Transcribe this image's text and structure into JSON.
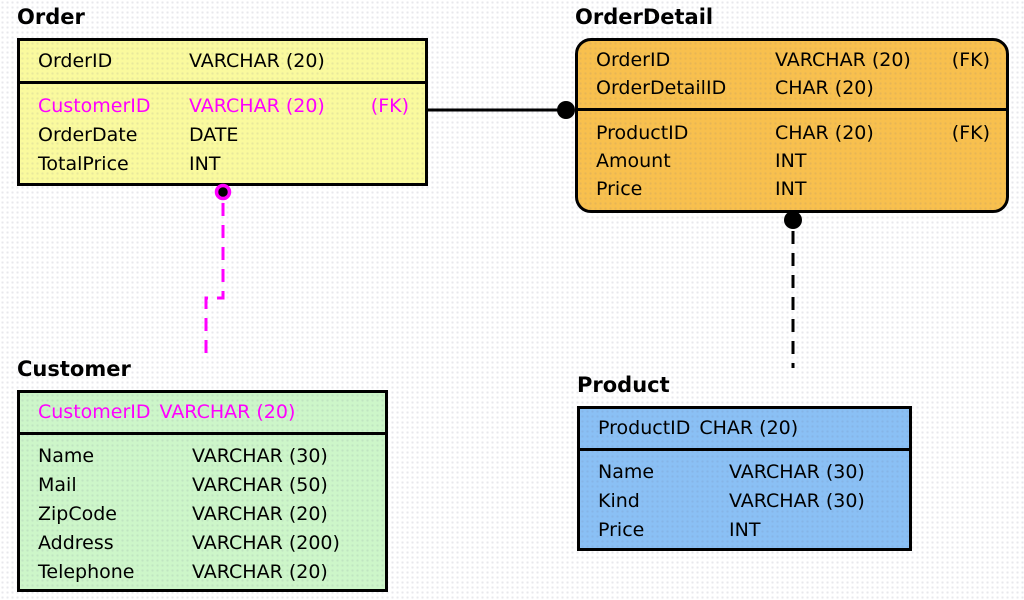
{
  "colors": {
    "order_fill": "#FAFA9E",
    "order_detail_fill": "#F8C04E",
    "customer_fill": "#CDF6C9",
    "product_fill": "#8AC0F5",
    "highlight_text": "#FF00FF",
    "line_color": "#000000",
    "background": "#FFFFFF"
  },
  "tables": {
    "order": {
      "title": "Order",
      "header": [
        {
          "name": "OrderID",
          "type": "VARCHAR (20)",
          "fk": ""
        }
      ],
      "rows": [
        {
          "name": "CustomerID",
          "type": "VARCHAR (20)",
          "fk": "(FK)"
        },
        {
          "name": "OrderDate",
          "type": "DATE",
          "fk": ""
        },
        {
          "name": "TotalPrice",
          "type": "INT",
          "fk": ""
        }
      ]
    },
    "order_detail": {
      "title": "OrderDetail",
      "header": [
        {
          "name": "OrderID",
          "type": "VARCHAR (20)",
          "fk": "(FK)"
        },
        {
          "name": "OrderDetailID",
          "type": "CHAR (20)",
          "fk": ""
        }
      ],
      "rows": [
        {
          "name": "ProductID",
          "type": "CHAR (20)",
          "fk": "(FK)"
        },
        {
          "name": "Amount",
          "type": "INT",
          "fk": ""
        },
        {
          "name": "Price",
          "type": "INT",
          "fk": ""
        }
      ]
    },
    "customer": {
      "title": "Customer",
      "header": [
        {
          "name": "CustomerID",
          "type": "VARCHAR (20)",
          "fk": ""
        }
      ],
      "rows": [
        {
          "name": "Name",
          "type": "VARCHAR (30)",
          "fk": ""
        },
        {
          "name": "Mail",
          "type": "VARCHAR (50)",
          "fk": ""
        },
        {
          "name": "ZipCode",
          "type": "VARCHAR (20)",
          "fk": ""
        },
        {
          "name": "Address",
          "type": "VARCHAR (200)",
          "fk": ""
        },
        {
          "name": "Telephone",
          "type": "VARCHAR (20)",
          "fk": ""
        }
      ]
    },
    "product": {
      "title": "Product",
      "header": [
        {
          "name": "ProductID",
          "type": "CHAR (20)",
          "fk": ""
        }
      ],
      "rows": [
        {
          "name": "Name",
          "type": "VARCHAR (30)",
          "fk": ""
        },
        {
          "name": "Kind",
          "type": "VARCHAR (30)",
          "fk": ""
        },
        {
          "name": "Price",
          "type": "INT",
          "fk": ""
        }
      ]
    }
  },
  "relationships": [
    {
      "from": "Order",
      "to": "OrderDetail",
      "line_style": "solid",
      "color": "#000000",
      "endpoint": "filled-dot"
    },
    {
      "from": "Order",
      "to": "Customer",
      "line_style": "dashed",
      "color": "#FF00FF",
      "endpoint": "filled-dot-magenta-ring"
    },
    {
      "from": "OrderDetail",
      "to": "Product",
      "line_style": "dashed",
      "color": "#000000",
      "endpoint": "filled-dot"
    }
  ]
}
